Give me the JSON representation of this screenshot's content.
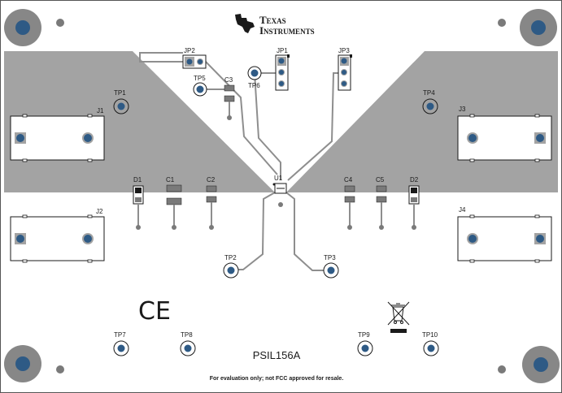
{
  "brand": {
    "line1": "Texas",
    "line2": "Instruments"
  },
  "board_name": "PSIL156A",
  "disclaimer": "For evaluation only; not FCC approved for resale.",
  "ce_mark": "CE",
  "designators": {
    "jp1": "JP1",
    "jp2": "JP2",
    "jp3": "JP3",
    "tp1": "TP1",
    "tp2": "TP2",
    "tp3": "TP3",
    "tp4": "TP4",
    "tp5": "TP5",
    "tp6": "TP6",
    "tp7": "TP7",
    "tp8": "TP8",
    "tp9": "TP9",
    "tp10": "TP10",
    "j1": "J1",
    "j2": "J2",
    "j3": "J3",
    "j4": "J4",
    "c1": "C1",
    "c2": "C2",
    "c3": "C3",
    "c4": "C4",
    "c5": "C5",
    "d1": "D1",
    "d2": "D2",
    "u1": "U1"
  },
  "colors": {
    "board_outline": "#555555",
    "copper_pour": "#a3a3a3",
    "trace": "#8e8e8e",
    "pad_blue": "#2e5a85",
    "mount_hole": "#878787",
    "via": "#7a7a7a",
    "silkscreen": "#1a1a1a"
  }
}
